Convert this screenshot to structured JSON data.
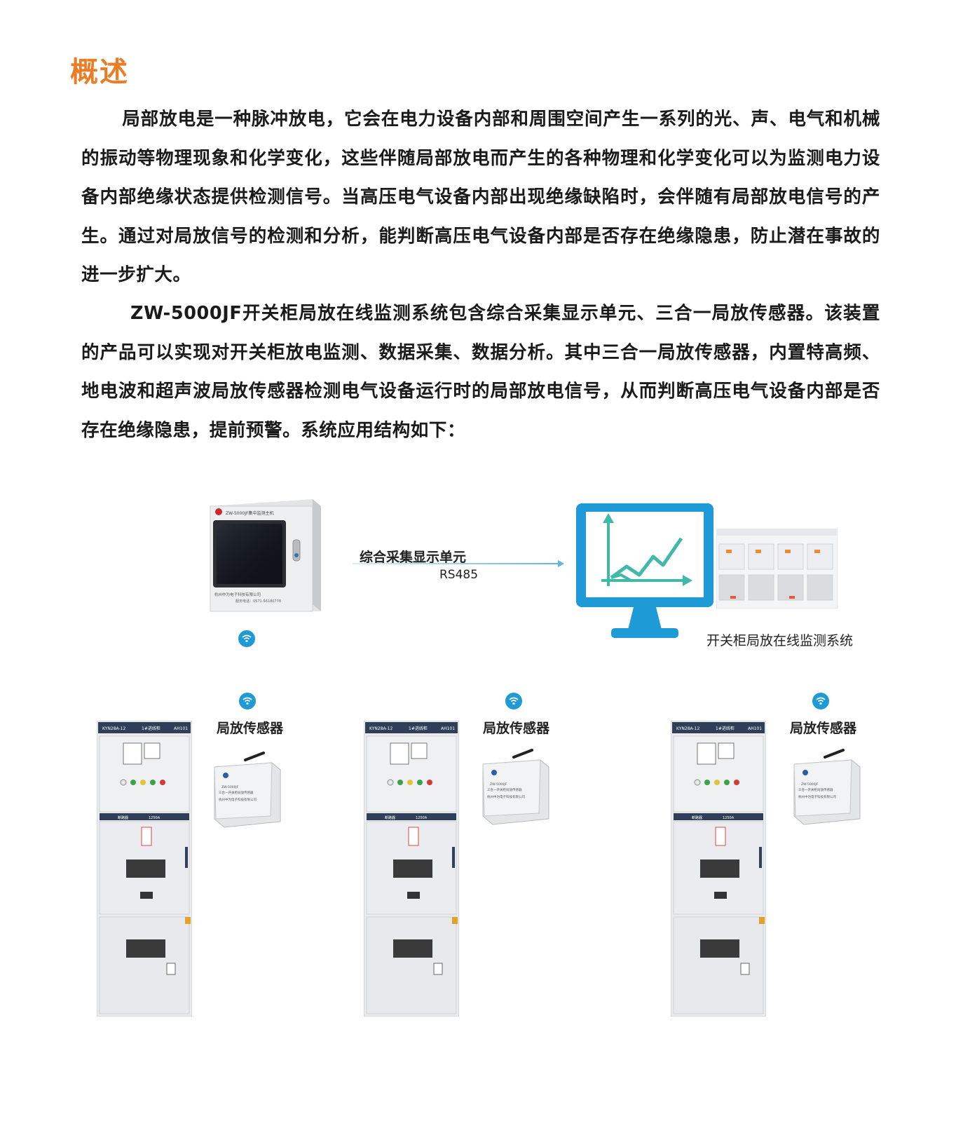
{
  "heading": "概述",
  "paragraphs": [
    "局部放电是一种脉冲放电，它会在电力设备内部和周围空间产生一系列的光、声、电气和机械的振动等物理现象和化学变化，这些伴随局部放电而产生的各种物理和化学变化可以为监测电力设备内部绝缘状态提供检测信号。当高压电气设备内部出现绝缘缺陷时，会伴随有局部放电信号的产生。通过对局放信号的检测和分析，能判断高压电气设备内部是否存在绝缘隐患，防止潜在事故的进一步扩大。",
    "ZW-5000JF开关柜局放在线监测系统包含综合采集显示单元、三合一局放传感器。该装置的产品可以实现对开关柜放电监测、数据采集、数据分析。其中三合一局放传感器，内置特高频、地电波和超声波局放传感器检测电气设备运行时的局部放电信号，从而判断高压电气设备内部是否存在绝缘隐患，提前预警。系统应用结构如下："
  ],
  "diagram": {
    "host_unit": {
      "model_label": "ZW-5000JF集中监测主机",
      "company": "杭州中为电子科技有限公司",
      "phone": "服务电话：0571-56180778"
    },
    "connection_label": "综合采集显示单元",
    "protocol": "RS485",
    "system_label": "开关柜局放在线监测系统",
    "sensor_label": "局放传感器",
    "sensor_device": {
      "model": "ZW-5000JF",
      "name": "三合一开关柜局放传感器",
      "company": "杭州中为电子科技有限公司"
    },
    "cabinet": {
      "model": "KYN28A-12",
      "name": "1#进线柜",
      "code": "AH101",
      "current": "1250A",
      "breaker_label": "断路器"
    },
    "colors": {
      "heading": "#ea7d26",
      "accent": "#1e9ad6",
      "chart_line": "#41b9a8"
    },
    "icons": [
      "wifi-icon",
      "monitor-chart-icon",
      "arrow-right-icon"
    ]
  }
}
